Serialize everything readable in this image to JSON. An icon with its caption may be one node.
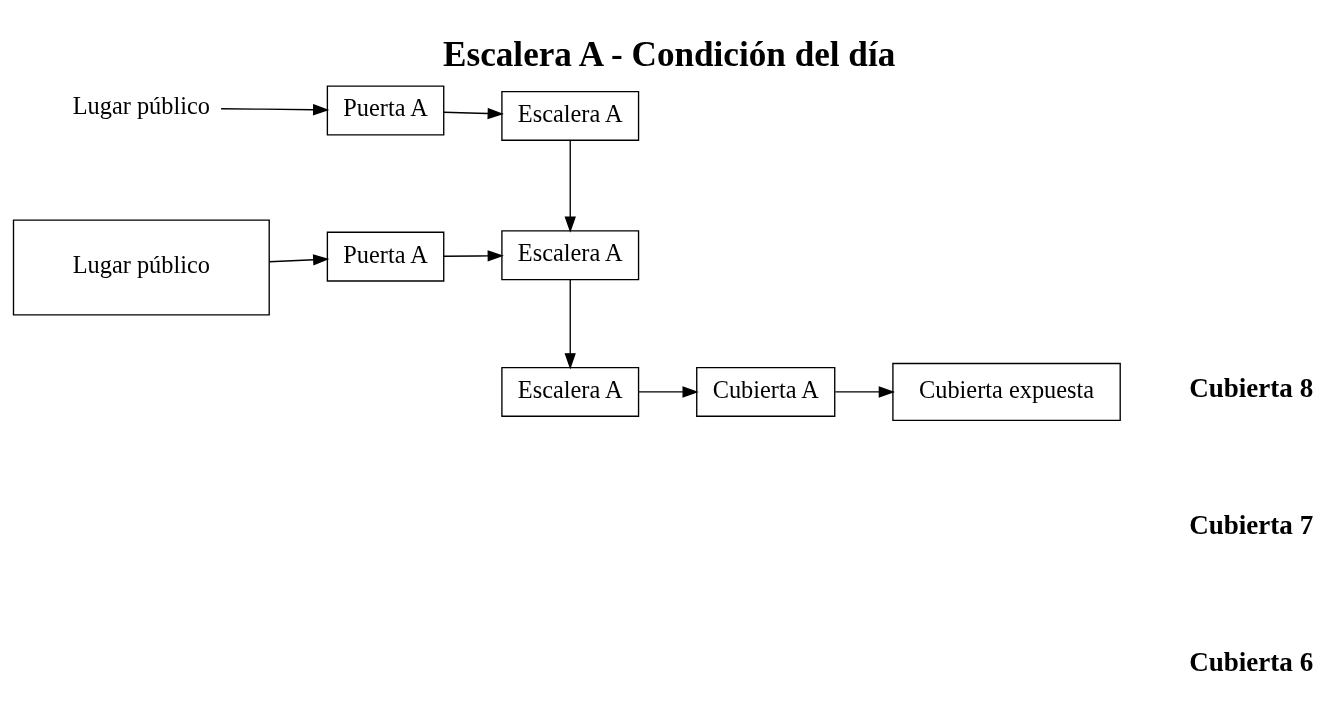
{
  "diagram": {
    "title": "Escalera A - Condición del día",
    "nodes": [
      {
        "text": [
          "Escalera A"
        ]
      },
      {
        "text": [
          "Cubierta A"
        ]
      },
      {
        "text": [
          "Cubierta expuesta"
        ]
      },
      {
        "text": [
          "Lugar público"
        ]
      },
      {
        "text": [
          "Puerta A"
        ]
      },
      {
        "text": [
          "Escalera A"
        ]
      },
      {
        "text": [
          "Lugar público"
        ]
      },
      {
        "text": [
          "Puerta A"
        ]
      },
      {
        "text": [
          "Escalera A"
        ]
      }
    ],
    "edges": [
      {
        "from": 0,
        "to": 1,
        "arrow": "to"
      },
      {
        "from": 1,
        "to": 2,
        "arrow": "to"
      },
      {
        "from": 3,
        "to": 4,
        "arrow": "to"
      },
      {
        "from": 4,
        "to": 5,
        "arrow": "to"
      },
      {
        "from": 5,
        "to": 0,
        "arrow": "to"
      },
      {
        "from": 6,
        "to": 7,
        "arrow": "to"
      },
      {
        "from": 7,
        "to": 8,
        "arrow": "to"
      },
      {
        "from": 8,
        "to": 5,
        "arrow": "to"
      }
    ],
    "labels": [
      "Cubierta 8",
      "Cubierta 7",
      "Cubierta 6"
    ]
  }
}
